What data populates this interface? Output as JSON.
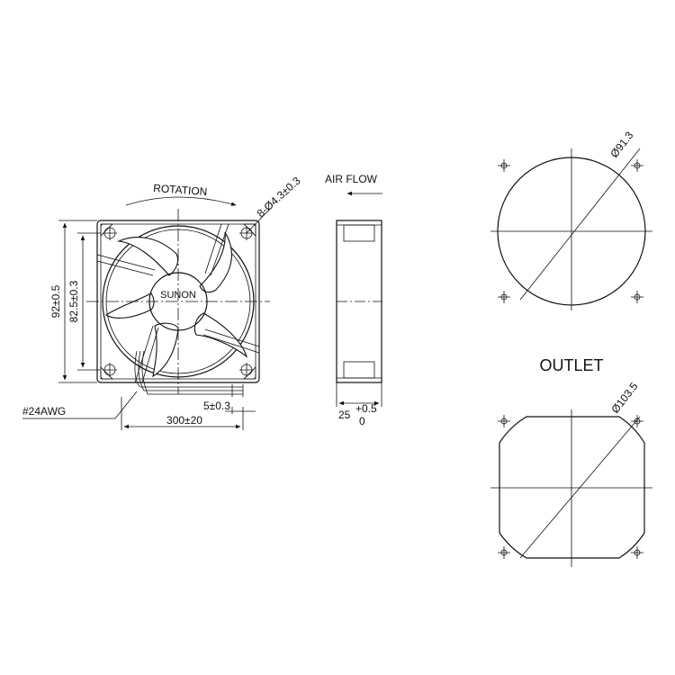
{
  "front_view": {
    "rotation_label": "ROTATION",
    "hole_spec": "8-Ø4.3±0.3",
    "brand": "SUNON",
    "height_outer": "92±0.5",
    "height_inner": "82.5±0.3",
    "wire_gauge": "#24AWG",
    "strip_length": "5±0.3",
    "lead_length": "300±20"
  },
  "side_view": {
    "airflow_label": "AIR FLOW",
    "thickness_base": "25",
    "thickness_tol_upper": "+0.5",
    "thickness_tol_lower": "0"
  },
  "outlet_view": {
    "label": "OUTLET",
    "circle_diameter": "Ø91.3",
    "flange_diameter": "Ø103.5"
  }
}
